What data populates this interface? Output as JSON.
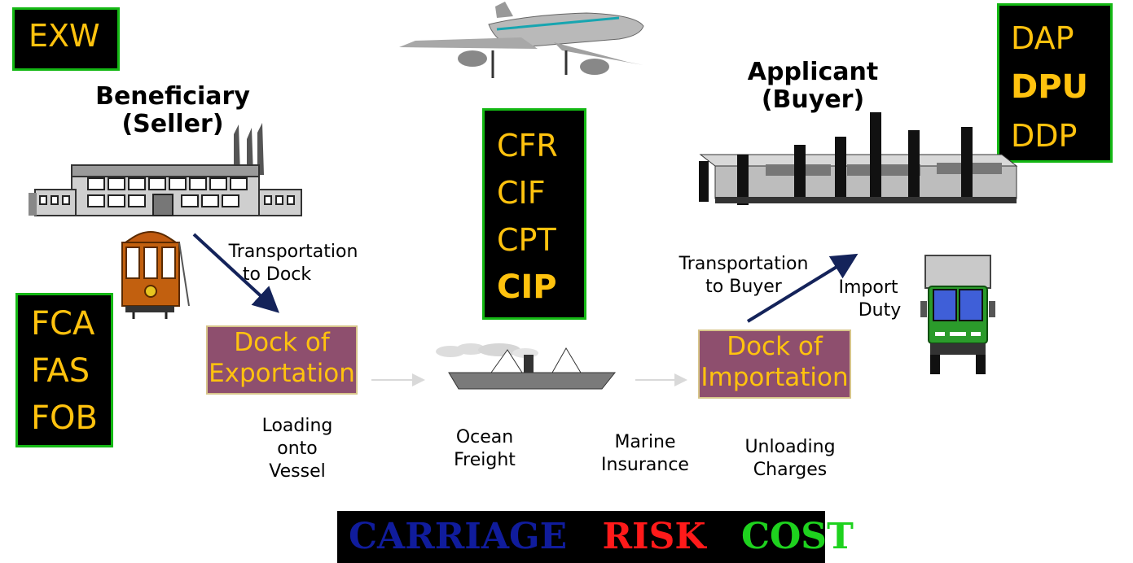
{
  "terms": {
    "exw": [
      "EXW"
    ],
    "fca_group": [
      "FCA",
      "FAS",
      "FOB"
    ],
    "cfr_group": [
      "CFR",
      "CIF",
      "CPT",
      "CIP"
    ],
    "dap_group": [
      "DAP",
      "DPU",
      "DDP"
    ]
  },
  "parties": {
    "beneficiary": "Beneficiary",
    "beneficiary_role": "(Seller)",
    "applicant": "Applicant",
    "applicant_role": "(Buyer)"
  },
  "docks": {
    "export_line1": "Dock of",
    "export_line2": "Exportation",
    "import_line1": "Dock of",
    "import_line2": "Importation"
  },
  "steps": {
    "transport_dock_1": "Transportation",
    "transport_dock_2": "to Dock",
    "loading_1": "Loading",
    "loading_2": "onto",
    "loading_3": "Vessel",
    "ocean_1": "Ocean",
    "ocean_2": "Freight",
    "marine_1": "Marine",
    "marine_2": "Insurance",
    "unloading_1": "Unloading",
    "unloading_2": "Charges",
    "transport_buyer_1": "Transportation",
    "transport_buyer_2": "to Buyer",
    "import_duty_1": "Import",
    "import_duty_2": "Duty"
  },
  "legend": {
    "carriage": "CARRIAGE",
    "risk": "RISK",
    "cost": "COST"
  },
  "colors": {
    "term_text": "#ffc20e",
    "box_border": "#14b814",
    "dock_fill": "#8e4f6e",
    "carriage": "#101c9c",
    "risk": "#ff1a1a",
    "cost": "#1ed21e",
    "arrow": "#14235a"
  },
  "icons": [
    "factory-icon",
    "trolley-icon",
    "airplane-icon",
    "ship-icon",
    "warehouse-icon",
    "truck-icon"
  ]
}
